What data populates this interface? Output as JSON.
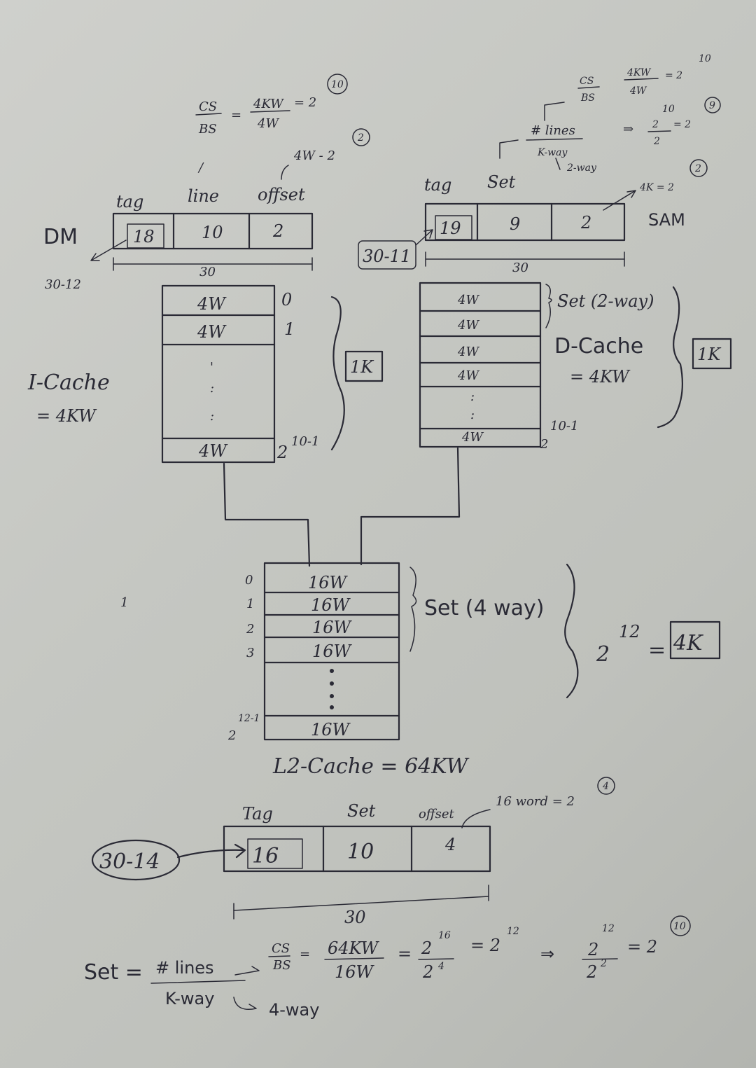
{
  "dm": {
    "label": "DM",
    "fraction_top": "CS",
    "fraction_bottom": "BS",
    "eq": "=",
    "frac2_top": "4KW",
    "frac2_bottom": "4W",
    "eq2": "= 2",
    "circle_num": "10",
    "slash": "/",
    "offset_note": "4W - 2",
    "offset_circle": "2",
    "h_tag": "tag",
    "h_line": "line",
    "h_offset": "offset",
    "f_tag": "18",
    "f_line": "10",
    "f_offset": "2",
    "width": "30",
    "tag_note": "30-12"
  },
  "sam": {
    "label": "SAM",
    "top_frac_top": "CS",
    "top_frac_bottom": "BS",
    "top_frac2_top": "4KW",
    "top_frac2_bottom": "4W",
    "top_pow": "= 2",
    "top_exp": "10",
    "lines_top": "# lines",
    "lines_bottom": "K-way",
    "two_way": "2-way",
    "arrow_frac_top": "2",
    "arrow_frac_bottom": "2",
    "arrow_exp": "10",
    "arrow_result": "= 2",
    "arrow_circle": "9",
    "h_tag": "tag",
    "h_set": "Set",
    "f_tag": "19",
    "f_set": "9",
    "f_offset": "2",
    "offset_note": "4K = 2",
    "offset_circle": "2",
    "width": "30",
    "tag_note": "30-11"
  },
  "icache": {
    "name": "I-Cache",
    "size": "= 4KW",
    "rows": [
      "4W",
      "4W",
      "4W"
    ],
    "idx0": "0",
    "idx1": "1",
    "idx_last": "2",
    "idx_last_exp": "10-1",
    "count": "1K"
  },
  "dcache": {
    "name": "D-Cache",
    "size": "= 4KW",
    "rows": [
      "4W",
      "4W",
      "4W",
      "4W",
      "4W"
    ],
    "set_note": "Set (2-way)",
    "idx_last": "2",
    "idx_last_exp": "10-1",
    "count": "1K"
  },
  "l2": {
    "name": "L2-Cache = 64KW",
    "rows": [
      "16W",
      "16W",
      "16W",
      "16W",
      "16W"
    ],
    "idx": [
      "0",
      "1",
      "2",
      "3"
    ],
    "idx_last": "2",
    "idx_last_exp": "12-1",
    "set_note": "Set (4 way)",
    "pow_base": "2",
    "pow_exp": "12",
    "pow_eq": "=",
    "count": "4K",
    "h_tag": "Tag",
    "h_set": "Set",
    "h_offset": "offset",
    "offset_note": "16 word = 2",
    "offset_circle": "4",
    "f_tag": "16",
    "f_set": "10",
    "f_offset": "4",
    "width": "30",
    "tag_note": "30-14",
    "mark": "1"
  },
  "formula": {
    "set": "Set =",
    "lines": "# lines",
    "kway": "K-way",
    "kway_note": "4-way",
    "cs": "CS",
    "bs": "BS",
    "eq1": "=",
    "f1_top": "64KW",
    "f1_bottom": "16W",
    "eq2": "=",
    "f2_top": "2",
    "f2_top_exp": "16",
    "f2_bottom": "2",
    "f2_bottom_exp": "4",
    "eq3": "= 2",
    "exp3": "12",
    "implies": "⇒",
    "f3_top": "2",
    "f3_top_exp": "12",
    "f3_bottom": "2",
    "f3_bottom_exp": "2",
    "eq4": "= 2",
    "circle": "10"
  }
}
